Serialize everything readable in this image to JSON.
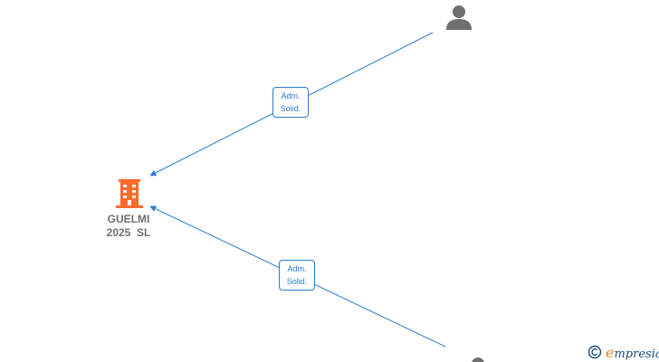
{
  "colors": {
    "edge": "#2f7bd0",
    "company_icon": "#ff6a2b",
    "person_icon": "#6f6f6f",
    "label_text": "#707070",
    "brand_blue": "#1b4b7a",
    "brand_orange": "#e08a1e"
  },
  "company": {
    "icon": "building-icon",
    "name_line1": "GUELMI",
    "name_line2": "2025  SL"
  },
  "persons": [
    {
      "icon": "person-icon"
    },
    {
      "icon": "person-icon"
    }
  ],
  "relations": [
    {
      "role_line1": "Adm.",
      "role_line2": "Solid."
    },
    {
      "role_line1": "Adm.",
      "role_line2": "Solid."
    }
  ],
  "brand": {
    "copyright_symbol": "©",
    "first_letter": "e",
    "rest": "mpresia"
  }
}
